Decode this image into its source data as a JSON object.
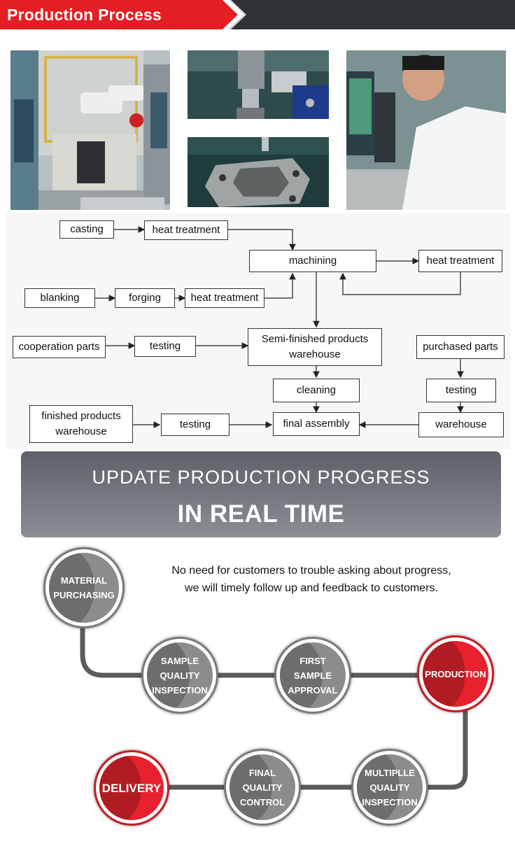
{
  "header": {
    "title": "Production Process",
    "accent_color": "#e31e24",
    "dark_color": "#2b2f33"
  },
  "photos": [
    {
      "icon": "robot-welding-cell-photo"
    },
    {
      "icon": "cnc-spindle-photo"
    },
    {
      "icon": "machined-part-photo"
    },
    {
      "icon": "engineer-at-computer-photo"
    }
  ],
  "flow": {
    "casting": "casting",
    "heat1": "heat treatment",
    "machining": "machining",
    "heat2": "heat treatment",
    "blanking": "blanking",
    "forging": "forging",
    "heat3": "heat treatment",
    "cooperation": "cooperation parts",
    "testing1": "testing",
    "semi_line1": "Semi-finished products",
    "semi_line2": "warehouse",
    "purchased": "purchased parts",
    "cleaning": "cleaning",
    "testing2": "testing",
    "finished_line1": "finished products",
    "finished_line2": "warehouse",
    "testing3": "testing",
    "final_assembly": "final assembly",
    "warehouse": "warehouse"
  },
  "banner": {
    "line1": "UPDATE  PRODUCTION  PROGRESS",
    "line2": "IN REAL TIME"
  },
  "note": {
    "line1": "No need for customers to trouble asking about progress,",
    "line2": "we will timely follow up and feedback to customers."
  },
  "steps": [
    {
      "label": "MATERIAL\nPURCHASING"
    },
    {
      "label": "SAMPLE\nQUALITY\nINSPECTION"
    },
    {
      "label": "FIRST\nSAMPLE\nAPPROVAL"
    },
    {
      "label": "PRODUCTION"
    },
    {
      "label": "MULTIPLLE\nQUALITY\nINSPECTION"
    },
    {
      "label": "FINAL\nQUALITY\nCONTROL"
    },
    {
      "label": "DELIVERY"
    }
  ]
}
